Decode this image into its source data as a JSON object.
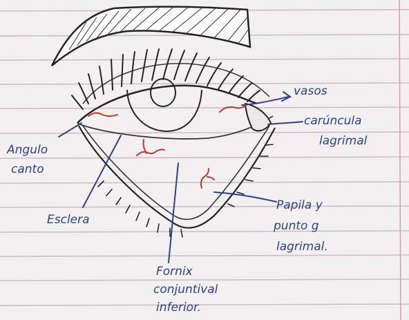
{
  "labels": {
    "vasos": "vasos",
    "caruncula_1": "carúncula",
    "caruncula_2": "lagrimal",
    "angulo_1": "Angulo",
    "angulo_2": "canto",
    "esclera": "Esclera",
    "papila_1": "Papila y",
    "papila_2": "punto g",
    "papila_3": "lagrimal.",
    "fornix_1": "Fornix",
    "fornix_2": "conjuntival",
    "fornix_3": "inferior."
  },
  "colors": {
    "paper": "#f3f0f2",
    "rule_line": "#cdb8c4",
    "margin_line": "#d99aae",
    "pencil": "#2a2a2a",
    "ink": "#2b3f8c",
    "vessel": "#c0392b"
  }
}
